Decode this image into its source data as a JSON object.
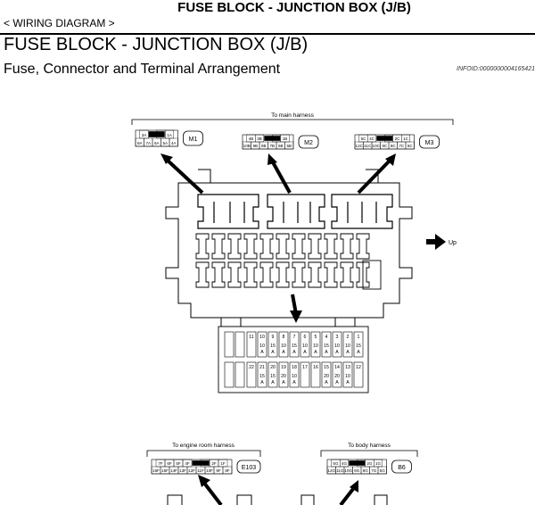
{
  "header": {
    "section": "FUSE BLOCK - JUNCTION BOX (J/B)",
    "breadcrumb": "< WIRING DIAGRAM >",
    "title": "FUSE BLOCK - JUNCTION BOX (J/B)",
    "subtitle": "Fuse, Connector and Terminal Arrangement",
    "info_id": "INFOID:0000000004165421"
  },
  "diagram_top": {
    "harness_label": "To main harness",
    "direction_label": "Up",
    "connectors": [
      {
        "id": "M1",
        "rows": [
          [
            "3A",
            "■",
            "2A",
            "1A"
          ],
          [
            "8A",
            "7A",
            "6A",
            "5A",
            "4A"
          ]
        ]
      },
      {
        "id": "M2",
        "rows": [
          [
            "4B",
            "3B",
            "■",
            "2B",
            "1B"
          ],
          [
            "10B",
            "9B",
            "8B",
            "7B",
            "6B",
            "5B"
          ]
        ]
      },
      {
        "id": "M3",
        "rows": [
          [
            "5C",
            "4C",
            "■",
            "3C",
            "2C",
            "1C"
          ],
          [
            "12C",
            "11C",
            "10C",
            "9C",
            "8C",
            "7C",
            "6C"
          ]
        ]
      }
    ],
    "fuse_table": {
      "top_numbers": [
        "11",
        "10",
        "9",
        "8",
        "7",
        "6",
        "5",
        "4",
        "3",
        "2",
        "1"
      ],
      "top_amps": [
        "10",
        "15",
        "10",
        "15",
        "10",
        "10",
        "15",
        "10",
        "10",
        "15"
      ],
      "bottom_numbers": [
        "22",
        "21",
        "20",
        "19",
        "18",
        "17",
        "16",
        "15",
        "14",
        "13",
        "12"
      ],
      "bottom_amps": [
        "15",
        "15",
        "20",
        "10",
        "20",
        "20",
        "10"
      ],
      "unit": "A"
    }
  },
  "diagram_bottom": {
    "connectors": [
      {
        "id": "E103",
        "harness_label": "To engine room harness",
        "rows": [
          [
            "7F",
            "6F",
            "5F",
            "4F",
            "■",
            "3F",
            "2F",
            "1F"
          ],
          [
            "16F",
            "15F",
            "14F",
            "13F",
            "12F",
            "11F",
            "10F",
            "9F",
            "8F"
          ]
        ]
      },
      {
        "id": "B6",
        "harness_label": "To body harness",
        "rows": [
          [
            "5G",
            "4G",
            "■",
            "3G",
            "2G",
            "1G"
          ],
          [
            "12G",
            "11G",
            "10G",
            "9G",
            "8G",
            "7G",
            "6G"
          ]
        ]
      }
    ]
  }
}
